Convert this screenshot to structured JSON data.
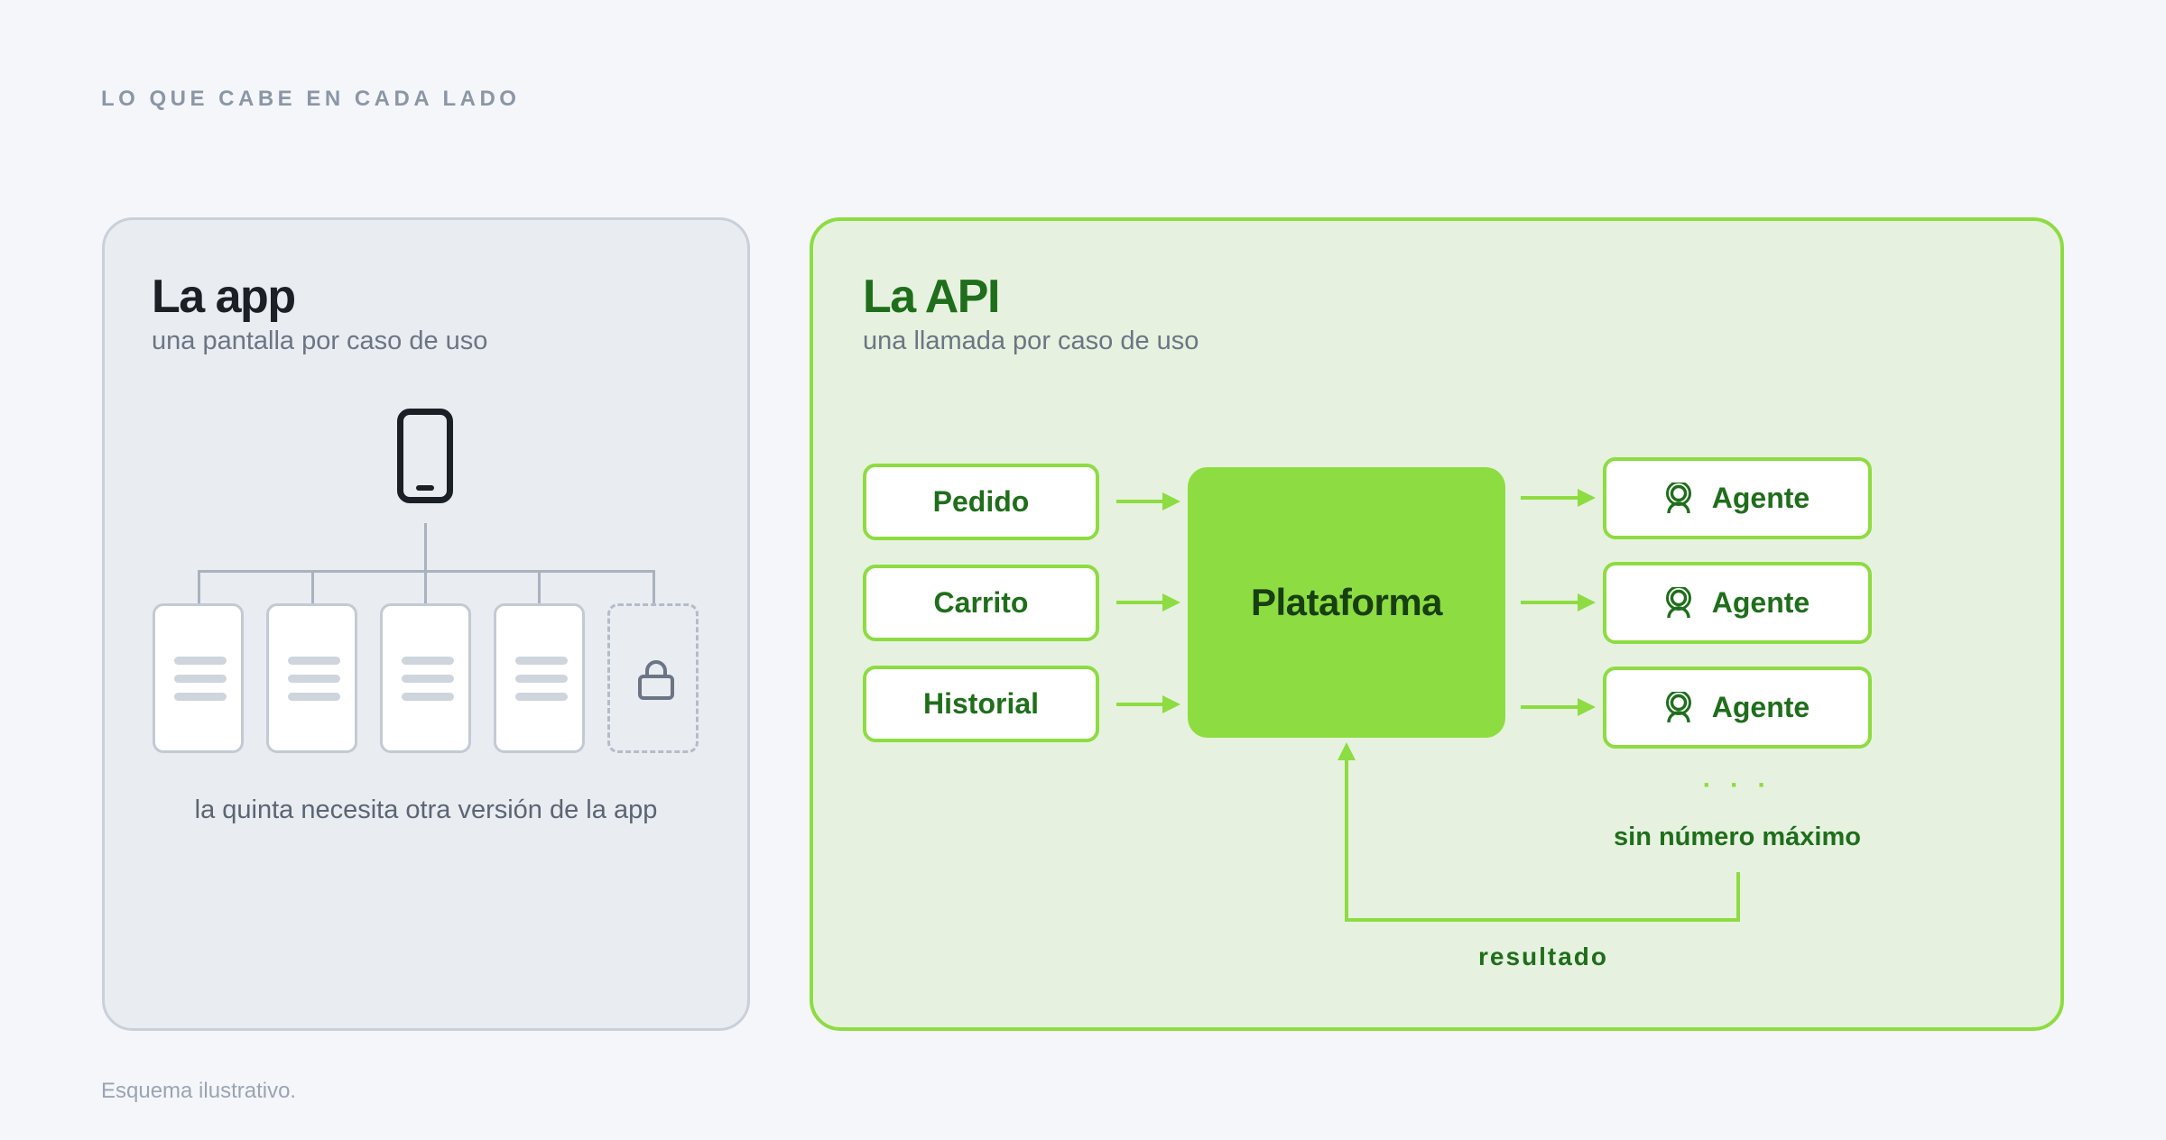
{
  "eyebrow": "LO QUE CABE EN CADA LADO",
  "app_panel": {
    "title": "La app",
    "subtitle": "una pantalla por caso de uso",
    "screens_available": 4,
    "screens_locked": 1,
    "caption": "la quinta necesita otra versión de la app",
    "icons": [
      "smartphone-icon",
      "lock-icon"
    ]
  },
  "api_panel": {
    "title": "La API",
    "subtitle": "una llamada por caso de uso",
    "inputs": [
      "Pedido",
      "Carrito",
      "Historial"
    ],
    "hub_label": "Plataforma",
    "agents": [
      "Agente",
      "Agente",
      "Agente"
    ],
    "agent_icon": "person-icon",
    "more_indicator": "· · ·",
    "agents_caption": "sin número máximo",
    "loop_label": "resultado"
  },
  "footnote": "Esquema ilustrativo.",
  "colors": {
    "accent": "#8ddc42",
    "accent_dark": "#1f6e1b",
    "app_panel_bg": "#e9ecf1",
    "api_panel_bg": "#e6f2df"
  }
}
